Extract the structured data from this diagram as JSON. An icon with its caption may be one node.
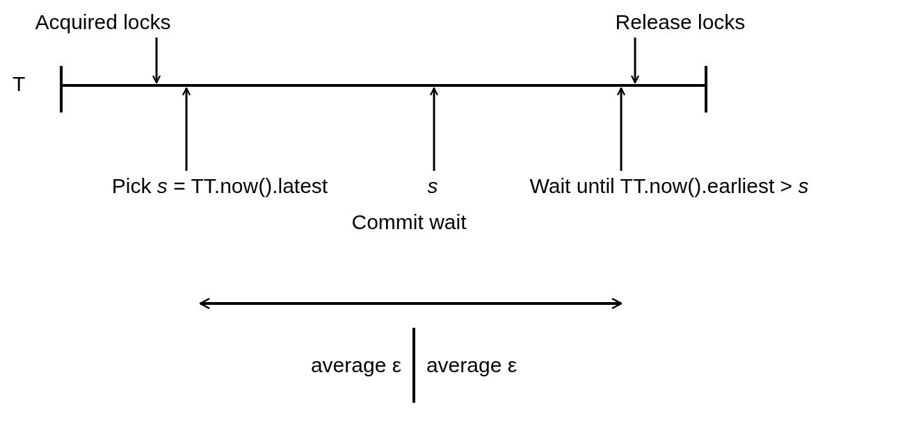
{
  "diagram": {
    "nodes": [
      {
        "text": [],
        "shape": "bar",
        "beside": [
          "T"
        ]
      },
      {
        "text": [
          "Acquired locks"
        ]
      },
      {
        "text": [
          "Release locks"
        ]
      },
      {
        "text": [
          "Pick *s* = TT.now().latest"
        ]
      },
      {
        "text": [
          "s"
        ]
      },
      {
        "text": [
          "Wait until TT.now().earliest > *s*"
        ]
      }
    ],
    "edges": [
      {
        "from": 1,
        "to": 0,
        "arrow": "to"
      },
      {
        "from": 2,
        "to": 0,
        "arrow": "to"
      },
      {
        "from": 3,
        "to": 0,
        "arrow": "to"
      },
      {
        "from": 4,
        "to": 0,
        "arrow": "to"
      },
      {
        "from": 5,
        "to": 0,
        "arrow": "to"
      }
    ],
    "labels": [
      "Commit wait",
      "average ε",
      "average ε"
    ]
  }
}
